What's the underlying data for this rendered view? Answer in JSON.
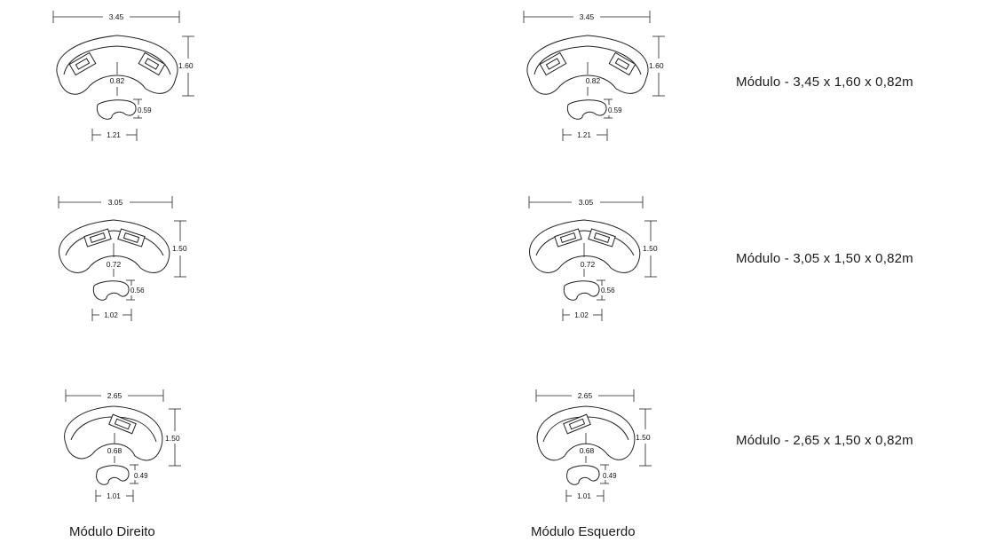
{
  "captions": {
    "right_module": "Módulo Direito",
    "left_module": "Módulo Esquerdo"
  },
  "specs": [
    "Módulo - 3,45 x 1,60 x 0,82m",
    "Módulo - 3,05 x 1,50 x 0,82m",
    "Módulo - 2,65 x 1,50 x 0,82m"
  ],
  "modules": [
    {
      "width": "3.45",
      "depth": "1.60",
      "seat_depth": "0.82",
      "ottoman_width": "1.21",
      "ottoman_depth": "0.59"
    },
    {
      "width": "3.05",
      "depth": "1.50",
      "seat_depth": "0.72",
      "ottoman_width": "1.02",
      "ottoman_depth": "0.56"
    },
    {
      "width": "2.65",
      "depth": "1.50",
      "seat_depth": "0.68",
      "ottoman_width": "1.01",
      "ottoman_depth": "0.49"
    }
  ]
}
